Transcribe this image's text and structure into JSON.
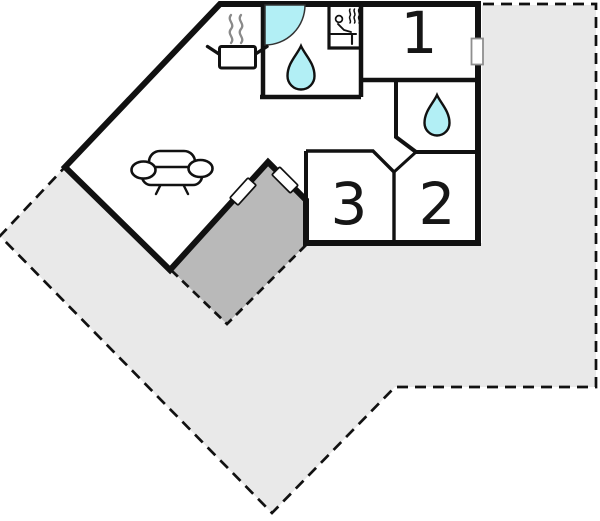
{
  "plan": {
    "type": "vacation-house-floor-plan",
    "rooms": [
      {
        "label": "1"
      },
      {
        "label": "2"
      },
      {
        "label": "3"
      }
    ],
    "icons": [
      "cooking-pot-icon",
      "steam-icon",
      "sofa-icon",
      "shower-icon",
      "water-drop-icon",
      "water-drop-icon",
      "sauna-icon",
      "door-marker",
      "door-marker",
      "window-marker"
    ],
    "colors": {
      "wall": "#111111",
      "terrace": "#e9e9e9",
      "covered_terrace": "#b9b9b9",
      "water": "#b2eff5",
      "steam": "#8a8a8a",
      "background": "#ffffff"
    }
  }
}
